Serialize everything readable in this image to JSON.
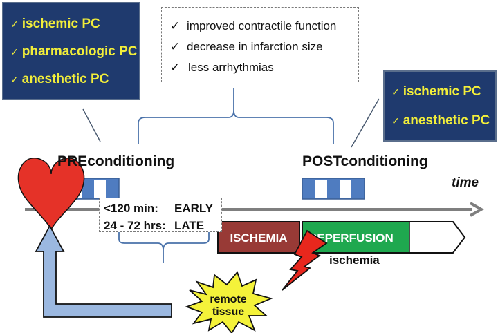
{
  "preconditioning": {
    "label_bold": "PRE",
    "label_rest": "conditioning",
    "types_title": "preconditioning-types",
    "types": [
      "ischemic PC",
      "pharmacologic PC",
      "anesthetic PC"
    ]
  },
  "postconditioning": {
    "label_bold": "POST",
    "label_rest": "conditioning",
    "types": [
      "ischemic PC",
      "anesthetic PC"
    ]
  },
  "benefits": {
    "items": [
      "improved contractile function",
      "decrease in infarction size",
      "less arrhythmias"
    ]
  },
  "check_glyph": "✓",
  "timeline": {
    "axis_label": "time",
    "phases": [
      {
        "label": "ISCHEMIA",
        "color": "#983a36"
      },
      {
        "label": "REPERFUSION",
        "color": "#1fa84f"
      }
    ]
  },
  "timing_windows": [
    {
      "interval": "<120 min:",
      "phase": "EARLY"
    },
    {
      "interval": "24 - 72 hrs:",
      "phase": "LATE"
    }
  ],
  "remote": {
    "starburst_label_line1": "remote",
    "starburst_label_line2": "tissue",
    "stimulus_label": "ischemia"
  },
  "colors": {
    "box_fill": "#1f3a6e",
    "box_text": "#f2ee3a",
    "cycle_blue": "#4f7cc0",
    "brace": "#4a72aa",
    "axis": "#7f7f7f",
    "heart": "#e53228",
    "arrow": "#9bb8e0",
    "starburst": "#f4f23a",
    "bolt": "#e8271d"
  }
}
